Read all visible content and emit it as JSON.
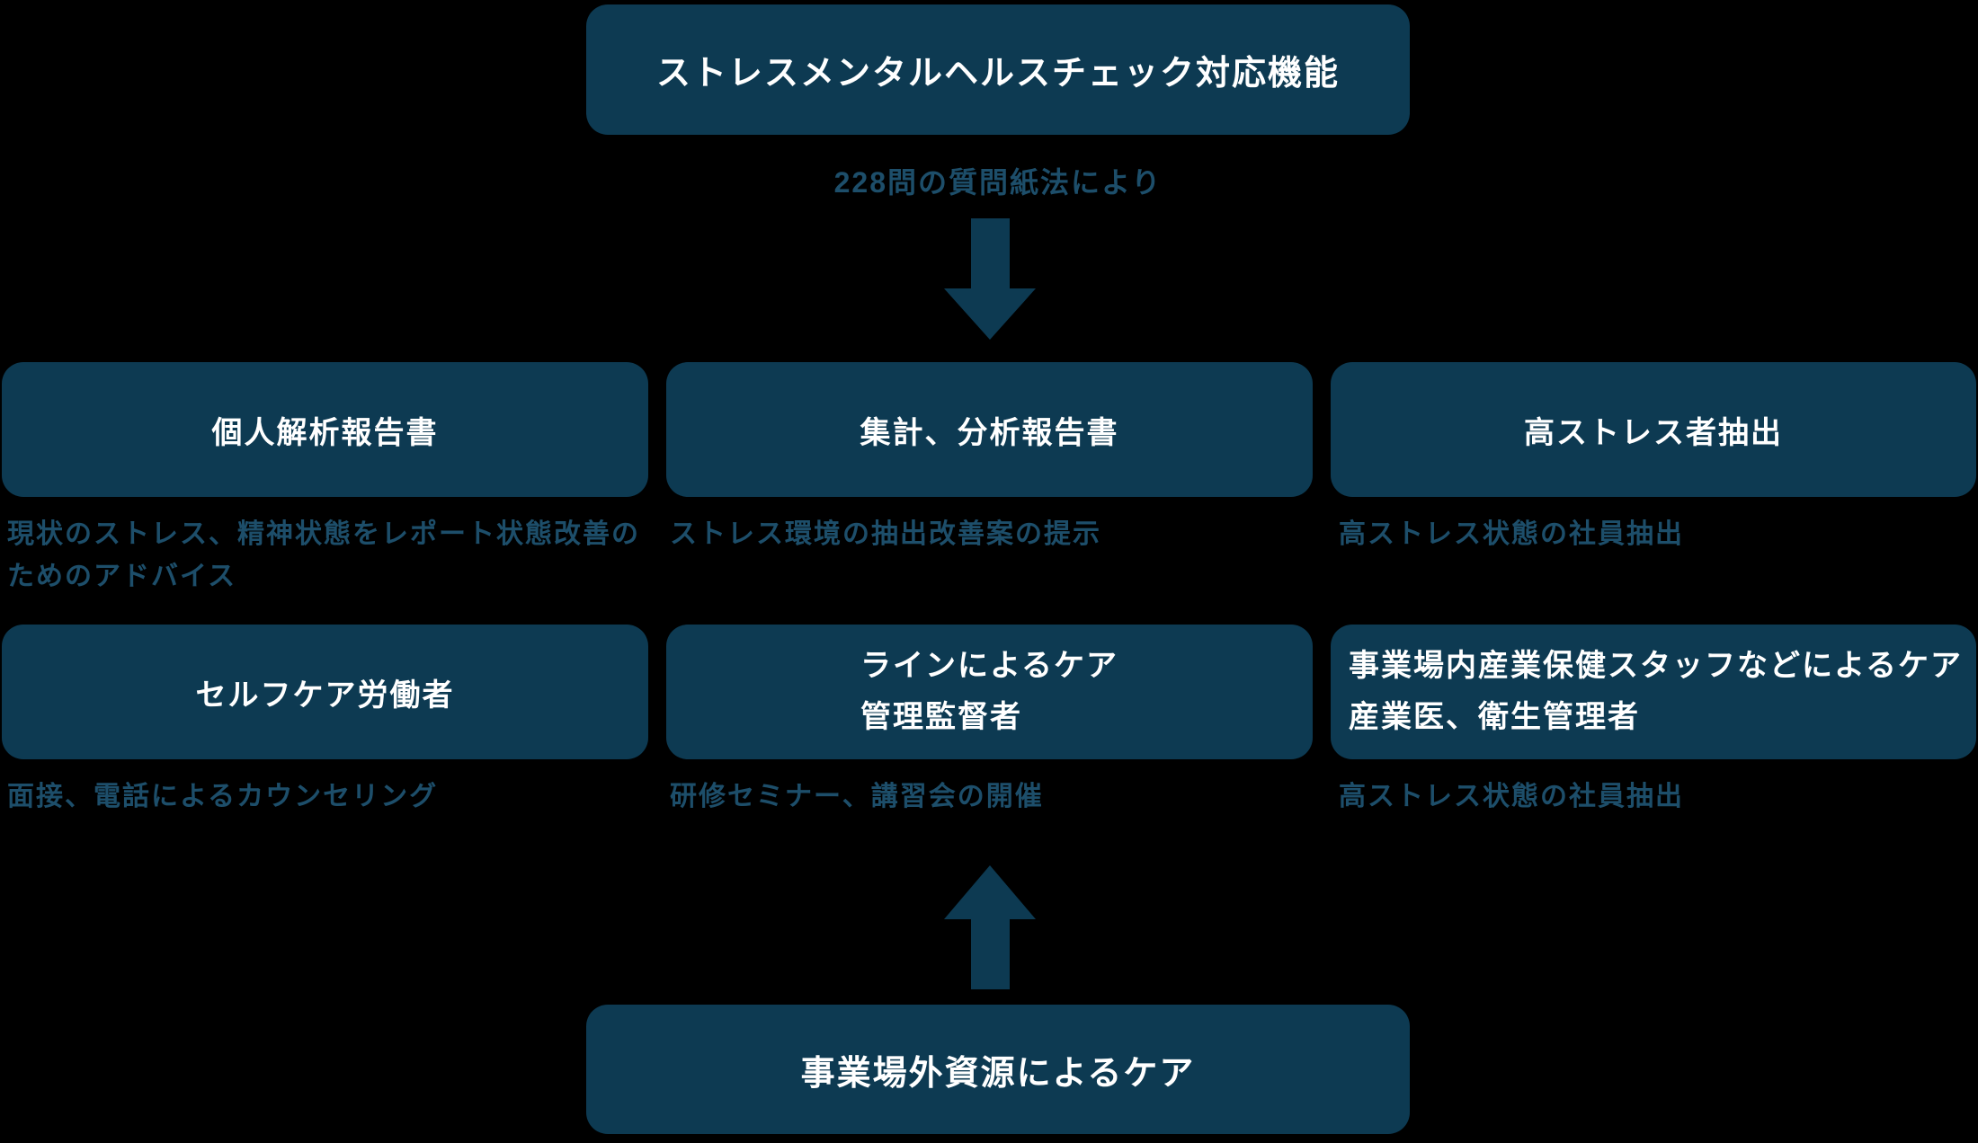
{
  "colors": {
    "background": "#000000",
    "box": "#0d3a52",
    "title_text": "#ffffff",
    "caption": "#1d4e6a",
    "arrow": "#0d3a52"
  },
  "icons": {
    "down_arrow": "css-block-arrow-down",
    "up_arrow": "css-block-arrow-up"
  },
  "top": {
    "box_label": "ストレスメンタルヘルスチェック対応機能",
    "subtitle": "228問の質問紙法により"
  },
  "rows": [
    {
      "cells": [
        {
          "title_lines": [
            "個人解析報告書"
          ],
          "caption_lines": [
            "現状のストレス、精神状態をレポート状態改善の",
            "ためのアドバイス"
          ]
        },
        {
          "title_lines": [
            "集計、分析報告書"
          ],
          "caption_lines": [
            "ストレス環境の抽出改善案の提示"
          ]
        },
        {
          "title_lines": [
            "高ストレス者抽出"
          ],
          "caption_lines": [
            "高ストレス状態の社員抽出"
          ]
        }
      ]
    },
    {
      "cells": [
        {
          "title_lines": [
            "セルフケア労働者"
          ],
          "caption_lines": [
            "面接、電話によるカウンセリング"
          ]
        },
        {
          "title_lines": [
            "ラインによるケア",
            "管理監督者"
          ],
          "caption_lines": [
            "研修セミナー、講習会の開催"
          ]
        },
        {
          "title_lines": [
            "事業場内産業保健スタッフなどによるケア",
            "産業医、衛生管理者"
          ],
          "caption_lines": [
            "高ストレス状態の社員抽出"
          ]
        }
      ]
    }
  ],
  "bottom": {
    "box_label": "事業場外資源によるケア"
  }
}
